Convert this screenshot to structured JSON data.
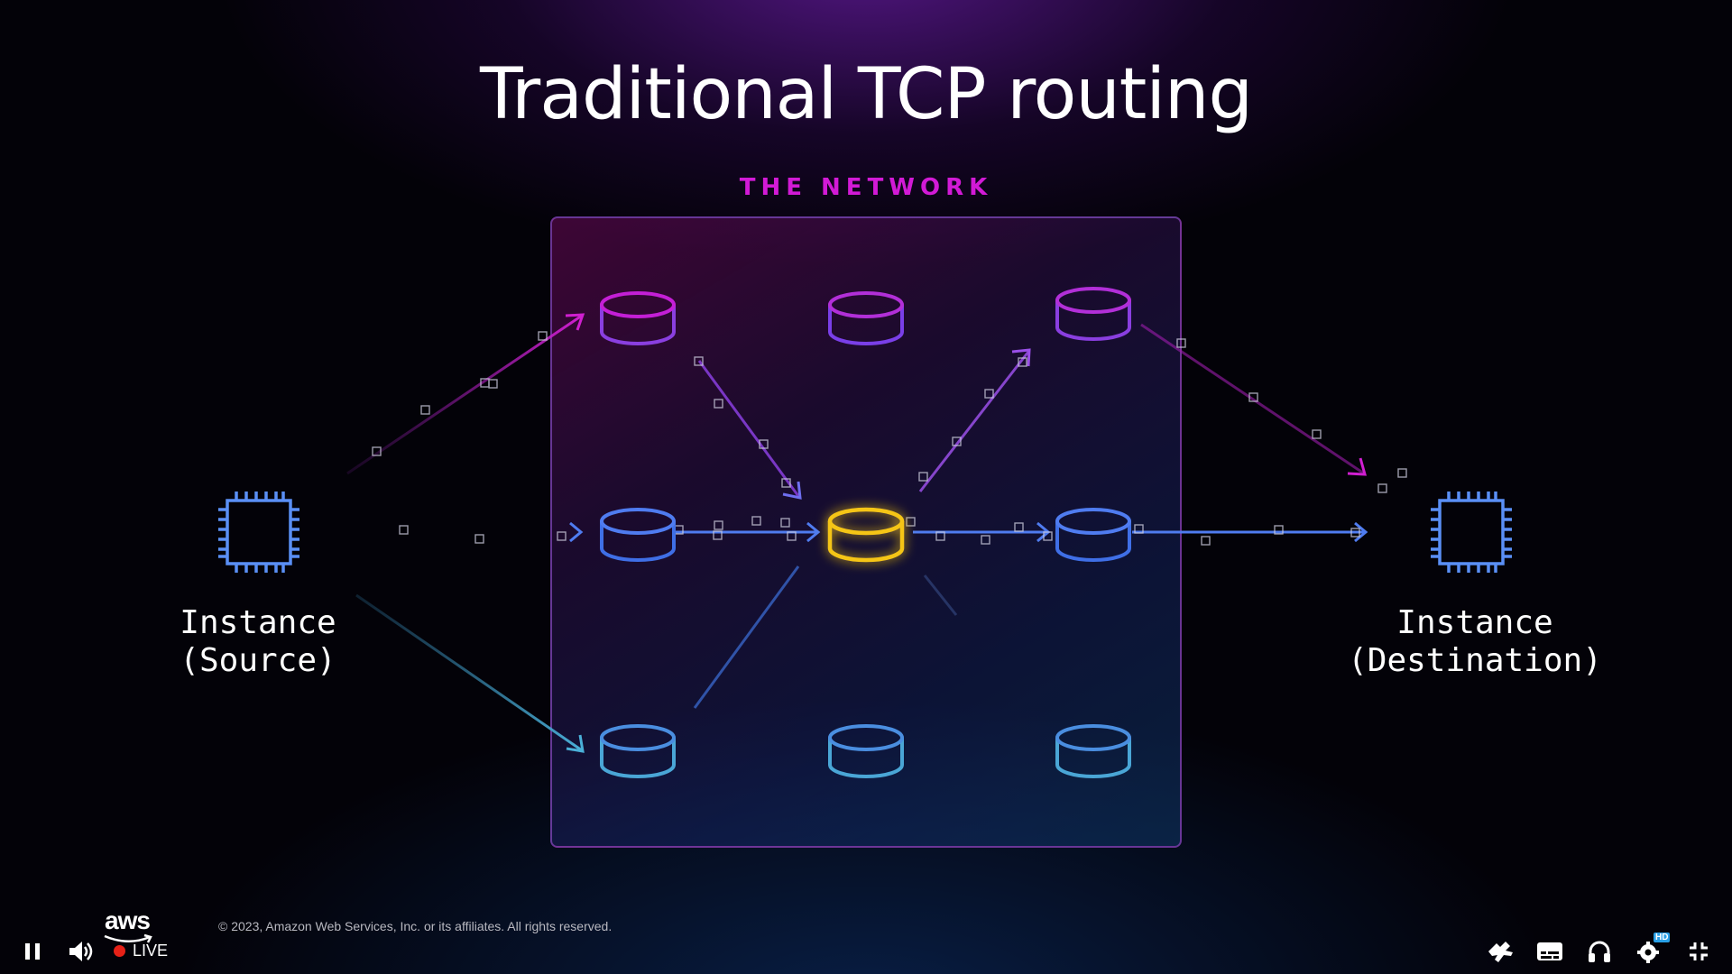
{
  "slide": {
    "title": "Traditional TCP routing",
    "network_label": "THE NETWORK",
    "source_label": "Instance\n(Source)",
    "destination_label": "Instance\n(Destination)",
    "copyright": "© 2023, Amazon Web Services, Inc. or its affiliates. All rights reserved."
  },
  "branding": {
    "logo_text": "aws"
  },
  "player": {
    "live_label": "LIVE",
    "hd_badge": "HD",
    "controls": {
      "pause": "pause-icon",
      "volume": "volume-icon",
      "sign_language": "sign-language-icon",
      "captions": "captions-icon",
      "audio": "headphones-icon",
      "settings": "gear-icon",
      "exit_fullscreen": "exit-fullscreen-icon"
    }
  },
  "colors": {
    "highlight_node": "#f5c518",
    "magenta": "#c41fd6",
    "purple": "#8a3fe0",
    "blue": "#3f6fe6",
    "teal": "#4aa6d6",
    "live_dot": "#e62117",
    "hd_badge": "#2aa0e6"
  }
}
